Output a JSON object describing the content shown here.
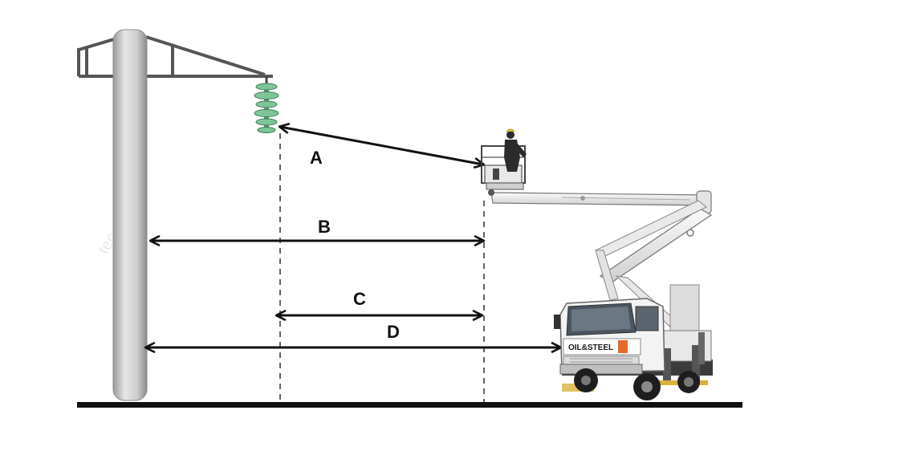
{
  "diagram": {
    "labels": {
      "a": "A",
      "b": "B",
      "c": "C",
      "d": "D"
    },
    "truck_brand": "OIL&STEEL",
    "colors": {
      "line": "#111111",
      "insulator": "#6fbf8f",
      "pole": "#c8c8c8",
      "truck_body": "#f2f2f2",
      "ground": "#111111"
    }
  }
}
